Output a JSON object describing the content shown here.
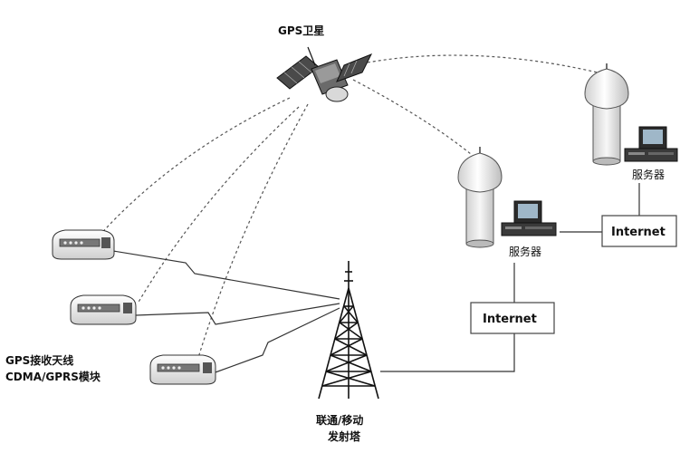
{
  "labels": {
    "satellite": "GPS卫星",
    "server_top": "服务器",
    "server_bottom": "服务器",
    "internet_top": "Internet",
    "internet_bottom": "Internet",
    "antenna_line1": "GPS接收天线",
    "antenna_line2": "CDMA/GPRS模块",
    "tower_line1": "联通/移动",
    "tower_line2": "发射塔"
  },
  "icons": {
    "satellite": "satellite-icon",
    "base_station": "radome-antenna-icon",
    "server": "server-computer-icon",
    "gps_receiver": "gps-receiver-icon",
    "cell_tower": "cell-tower-icon"
  },
  "colors": {
    "line": "#333333",
    "dashed": "#555555",
    "box_border": "#444444",
    "receiver_body": "#eeeeee",
    "radome": "#e8e8e8"
  }
}
